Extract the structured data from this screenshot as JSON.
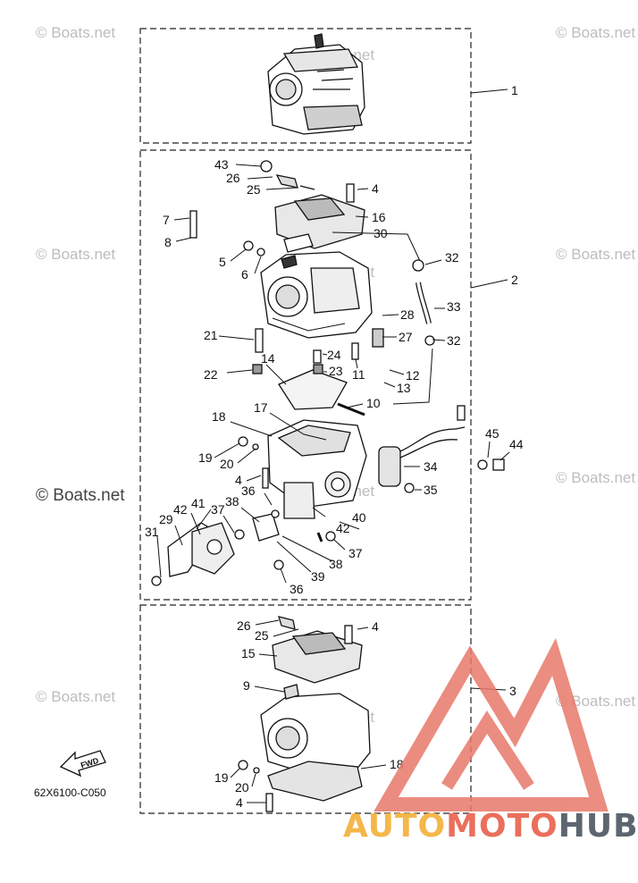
{
  "watermark": "© Boats.net",
  "drawing_code": "62X6100-C050",
  "fwd_label": "FWD",
  "brand": {
    "part1": "AUTO",
    "part2": "MOTO",
    "part3": "HUB"
  },
  "colors": {
    "brand_yellow": "#f4b74a",
    "brand_red": "#ea6f5c",
    "brand_gray": "#5d6670"
  },
  "callouts": {
    "c1": "1",
    "c2": "2",
    "c3": "3",
    "c43": "43",
    "c26": "26",
    "c25": "25",
    "c4a": "4",
    "c7": "7",
    "c16": "16",
    "c8": "8",
    "c30": "30",
    "c32a": "32",
    "c5": "5",
    "c6": "6",
    "c33": "33",
    "c28": "28",
    "c21": "21",
    "c27": "27",
    "c32b": "32",
    "c24": "24",
    "c14": "14",
    "c23": "23",
    "c22": "22",
    "c11": "11",
    "c12": "12",
    "c13": "13",
    "c10": "10",
    "c17": "17",
    "c18a": "18",
    "c45": "45",
    "c44": "44",
    "c19a": "19",
    "c20a": "20",
    "c34": "34",
    "c4b": "4",
    "c36a": "36",
    "c35": "35",
    "c41": "41",
    "c38a": "38",
    "c42a": "42",
    "c37a": "37",
    "c29": "29",
    "c40": "40",
    "c42b": "42",
    "c31": "31",
    "c37b": "37",
    "c38b": "38",
    "c39": "39",
    "c36b": "36",
    "c26b": "26",
    "c25b": "25",
    "c4c": "4",
    "c15": "15",
    "c9": "9",
    "c18b": "18",
    "c19b": "19",
    "c20b": "20",
    "c4d": "4"
  }
}
